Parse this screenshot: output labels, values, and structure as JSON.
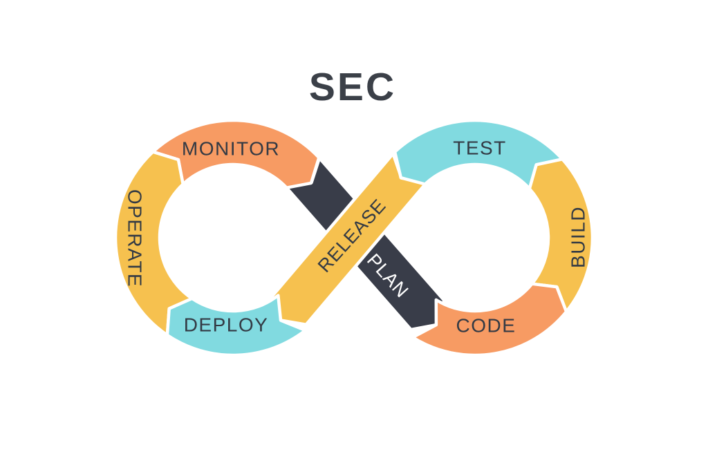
{
  "title": "SEC",
  "colors": {
    "orange": "#F79B63",
    "yellow": "#F6C14F",
    "cyan": "#81DAE0",
    "dark": "#393D49",
    "label_dark": "#333A44",
    "label_light": "#FFFFFF",
    "title_color": "#3B4048",
    "background": "#FFFFFF",
    "divider": "#FFFFFF"
  },
  "diagram": {
    "type": "devsecops-infinity-loop",
    "flow_order": [
      "PLAN",
      "CODE",
      "BUILD",
      "TEST",
      "RELEASE",
      "DEPLOY",
      "OPERATE",
      "MONITOR"
    ],
    "segments": [
      {
        "id": "monitor",
        "label": "MONITOR",
        "color": "orange",
        "position": "left-ring-top"
      },
      {
        "id": "operate",
        "label": "OPERATE",
        "color": "yellow",
        "position": "left-ring-left"
      },
      {
        "id": "deploy",
        "label": "DEPLOY",
        "color": "cyan",
        "position": "left-ring-bottom"
      },
      {
        "id": "release",
        "label": "RELEASE",
        "color": "yellow",
        "position": "center-band-over"
      },
      {
        "id": "plan",
        "label": "PLAN",
        "color": "dark",
        "position": "center-band-under"
      },
      {
        "id": "test",
        "label": "TEST",
        "color": "cyan",
        "position": "right-ring-top"
      },
      {
        "id": "build",
        "label": "BUILD",
        "color": "yellow",
        "position": "right-ring-right"
      },
      {
        "id": "code",
        "label": "CODE",
        "color": "orange",
        "position": "right-ring-bottom"
      }
    ]
  }
}
